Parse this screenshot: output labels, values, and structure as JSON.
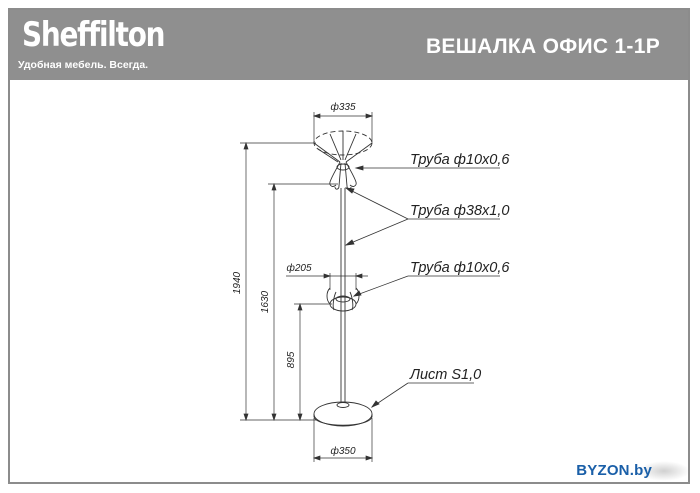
{
  "header": {
    "logo": "Sheffilton",
    "tagline": "Удобная мебель. Всегда.",
    "title": "ВЕШАЛКА ОФИС 1-1Р"
  },
  "dimensions": {
    "top_diameter": "ф335",
    "total_height": "1940",
    "pole_height": "1630",
    "middle_diameter": "ф205",
    "middle_height": "895",
    "base_diameter": "ф350"
  },
  "callouts": {
    "top_hooks": "Труба ф10х0,6",
    "pole": "Труба ф38х1,0",
    "middle_hooks": "Труба ф10х0,6",
    "base": "Лист S1,0"
  },
  "watermark": "BYZON.by"
}
